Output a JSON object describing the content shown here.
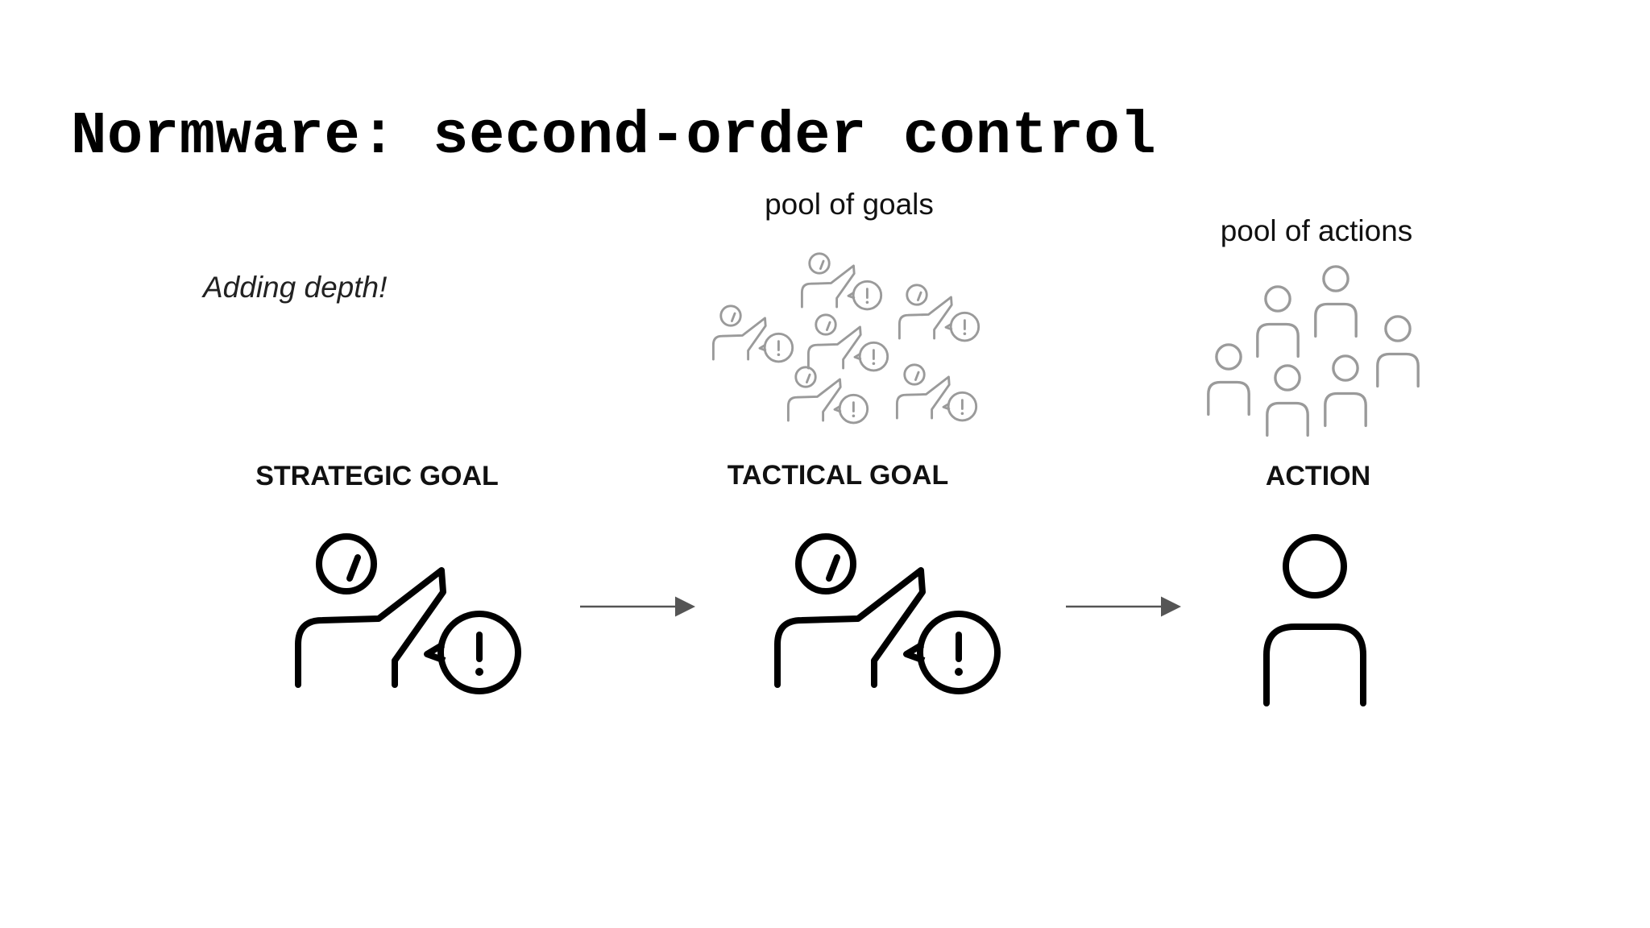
{
  "title": "Normware: second-order control",
  "subtitle": "Adding depth!",
  "pools": {
    "goals_label": "pool of goals",
    "actions_label": "pool of actions"
  },
  "columns": {
    "strategic": "STRATEGIC GOAL",
    "tactical": "TACTICAL GOAL",
    "action": "ACTION"
  },
  "icons": {
    "goal": "person-raising-hand-with-exclamation-bubble-icon",
    "action": "person-icon",
    "arrow": "arrow-right-icon"
  },
  "colors": {
    "primary_stroke": "#000000",
    "pool_stroke": "#9a9a9a",
    "arrow": "#555555"
  }
}
